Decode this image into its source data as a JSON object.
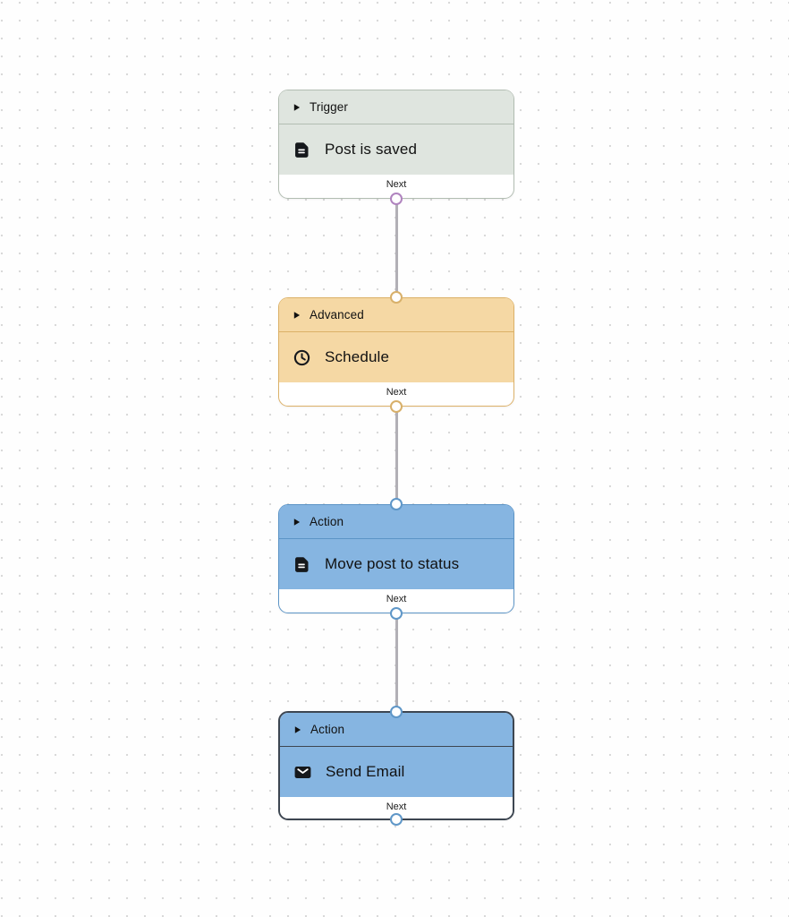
{
  "canvas": {
    "background_color": "#fefefe",
    "dot_color": "#d9d9d9",
    "edge_color": "#b2b0b6"
  },
  "nodes": [
    {
      "type": "Trigger",
      "title": "Post is saved",
      "footer_label": "Next",
      "icon": "document-icon",
      "selected": false,
      "colors": {
        "background": "#dfe5df",
        "border": "#b2bdb2",
        "handle": "#b084bf"
      }
    },
    {
      "type": "Advanced",
      "title": "Schedule",
      "footer_label": "Next",
      "icon": "clock-icon",
      "selected": false,
      "colors": {
        "background": "#f5d8a4",
        "border": "#dcb168",
        "handle": "#d8b06a"
      }
    },
    {
      "type": "Action",
      "title": "Move post to status",
      "footer_label": "Next",
      "icon": "document-icon",
      "selected": false,
      "colors": {
        "background": "#86b5e1",
        "border": "#5c94c6",
        "handle": "#5f97c8"
      }
    },
    {
      "type": "Action",
      "title": "Send Email",
      "footer_label": "Next",
      "icon": "envelope-icon",
      "selected": true,
      "colors": {
        "background": "#86b5e1",
        "border": "#3d4651",
        "handle": "#5f97c8"
      }
    }
  ]
}
